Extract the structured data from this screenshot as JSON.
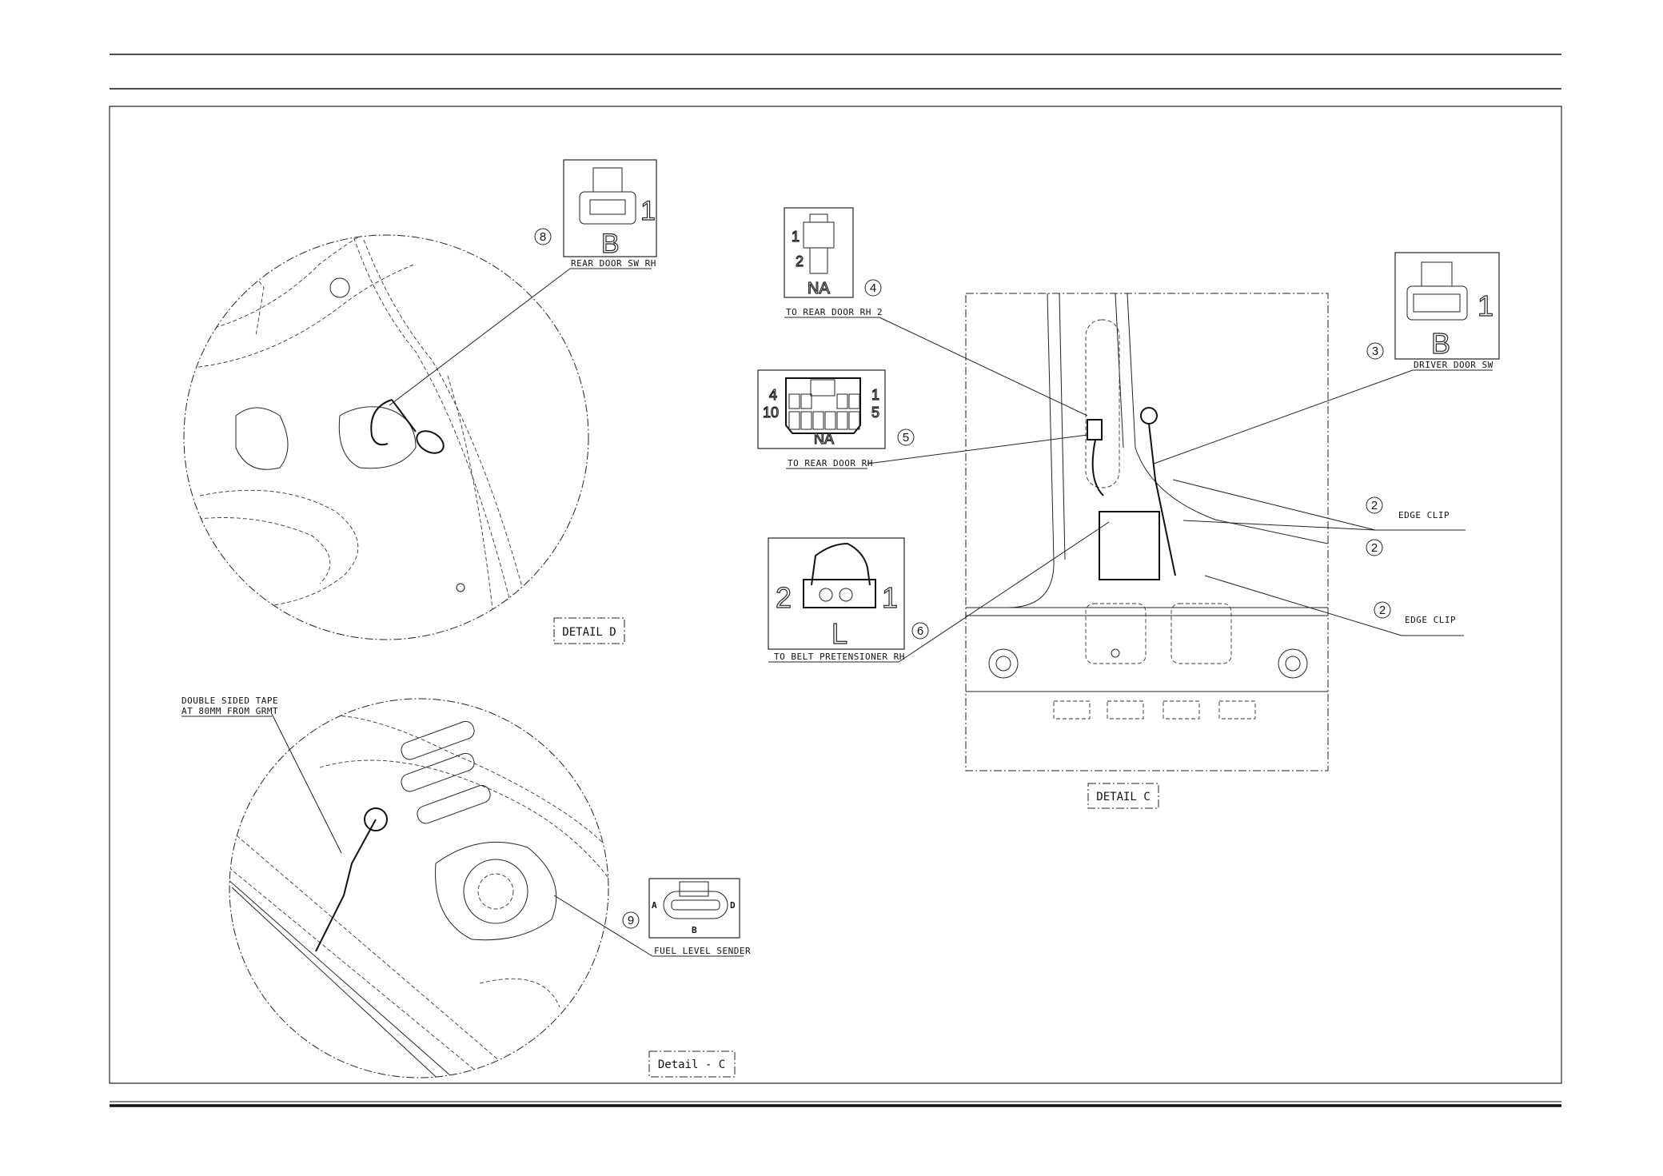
{
  "details": {
    "detail_d": "DETAIL D",
    "detail_c": "DETAIL C",
    "detail_c_fuel": "Detail - C"
  },
  "connectors": {
    "c8": {
      "callout": "8",
      "label": "REAR DOOR SW RH",
      "pin": "1",
      "type": "B"
    },
    "c4": {
      "callout": "4",
      "label": "TO REAR DOOR RH 2",
      "pin_top": "1",
      "pin_bottom": "2",
      "type": "NA"
    },
    "c5": {
      "callout": "5",
      "label": "TO REAR DOOR RH",
      "pin_tl": "4",
      "pin_bl": "10",
      "pin_tr": "1",
      "pin_br": "5",
      "type": "NA"
    },
    "c6": {
      "callout": "6",
      "label": "TO BELT PRETENSIONER RH",
      "pin_left": "2",
      "pin_right": "1",
      "type": "L"
    },
    "c3": {
      "callout": "3",
      "label": "DRIVER DOOR SW",
      "pin": "1",
      "type": "B"
    },
    "c9": {
      "callout": "9",
      "label": "FUEL LEVEL SENDER",
      "pin_a": "A",
      "pin_d": "D",
      "pin_b": "B"
    }
  },
  "clips": [
    {
      "callout": "2",
      "label": "EDGE CLIP"
    },
    {
      "callout": "2"
    },
    {
      "callout": "2",
      "label": "EDGE CLIP"
    }
  ],
  "notes": {
    "tape_line1": "DOUBLE SIDED TAPE",
    "tape_line2": "AT 80MM FROM GRMT"
  }
}
